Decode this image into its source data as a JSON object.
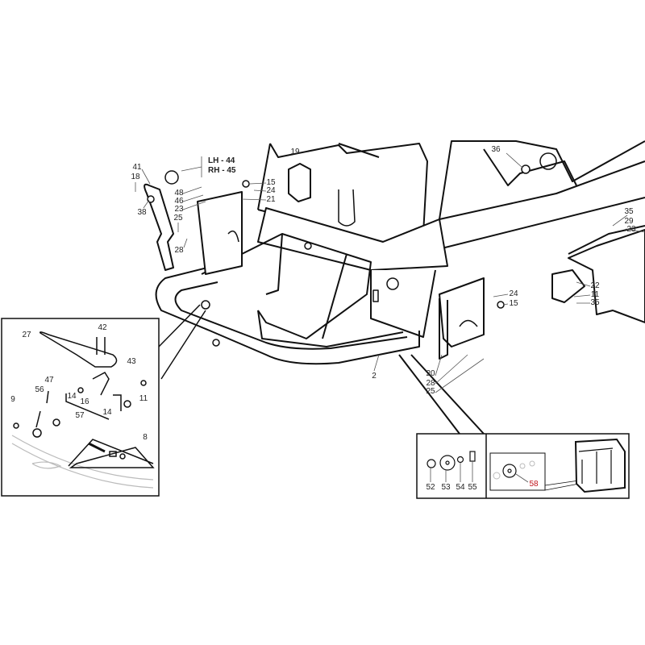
{
  "diagram": {
    "side_note": {
      "lh": "LH - 44",
      "rh": "RH - 45"
    },
    "main_labels": [
      "41",
      "18",
      "38",
      "48",
      "46",
      "23",
      "15",
      "24",
      "21",
      "25",
      "28",
      "19",
      "36",
      "35",
      "29",
      "23",
      "22",
      "11",
      "35",
      "24",
      "15",
      "2",
      "20",
      "28",
      "25"
    ],
    "inset_left_labels": [
      "27",
      "42",
      "43",
      "47",
      "56",
      "9",
      "11",
      "14",
      "16",
      "14",
      "57",
      "8"
    ],
    "inset_bottom_labels": [
      "52",
      "53",
      "54",
      "55"
    ],
    "highlight_label": "58",
    "colors": {
      "line": "#111111",
      "highlight": "#c0141c",
      "faded": "#bbbbbb"
    }
  }
}
